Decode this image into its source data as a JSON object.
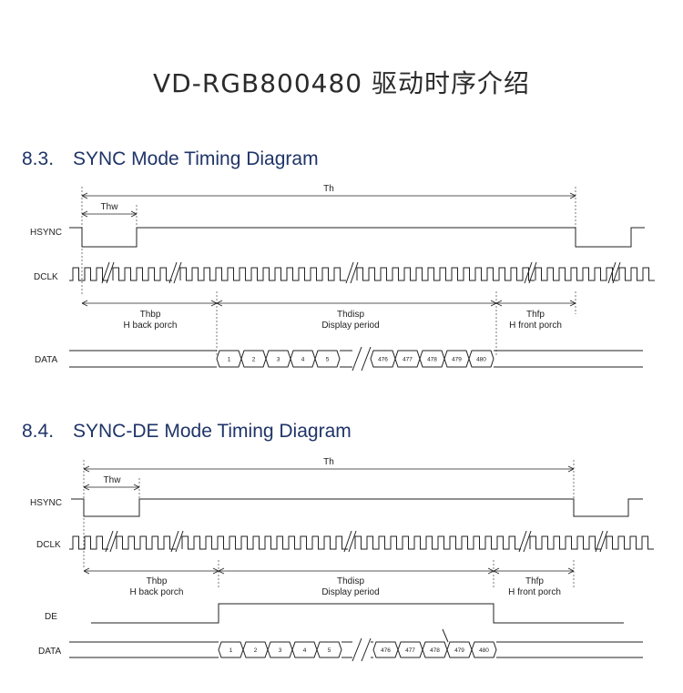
{
  "header": {
    "title": "VD-RGB800480 驱动时序介绍"
  },
  "sections": [
    {
      "number": "8.3.",
      "title": "SYNC Mode Timing Diagram",
      "signals": {
        "hsync": "HSYNC",
        "dclk": "DCLK",
        "data": "DATA"
      },
      "labels": {
        "th": "Th",
        "thw": "Thw",
        "thbp": "Thbp",
        "thbp_desc": "H back porch",
        "thdisp": "Thdisp",
        "thdisp_desc": "Display period",
        "thfp": "Thfp",
        "thfp_desc": "H front porch"
      },
      "data_cells": [
        "1",
        "2",
        "3",
        "4",
        "5",
        "476",
        "477",
        "478",
        "479",
        "480"
      ]
    },
    {
      "number": "8.4.",
      "title": "SYNC-DE Mode Timing Diagram",
      "signals": {
        "hsync": "HSYNC",
        "dclk": "DCLK",
        "de": "DE",
        "data": "DATA"
      },
      "labels": {
        "th": "Th",
        "thw": "Thw",
        "thbp": "Thbp",
        "thbp_desc": "H back porch",
        "thdisp": "Thdisp",
        "thdisp_desc": "Display period",
        "thfp": "Thfp",
        "thfp_desc": "H front porch"
      },
      "data_cells": [
        "1",
        "2",
        "3",
        "4",
        "5",
        "476",
        "477",
        "478",
        "479",
        "480"
      ]
    }
  ]
}
